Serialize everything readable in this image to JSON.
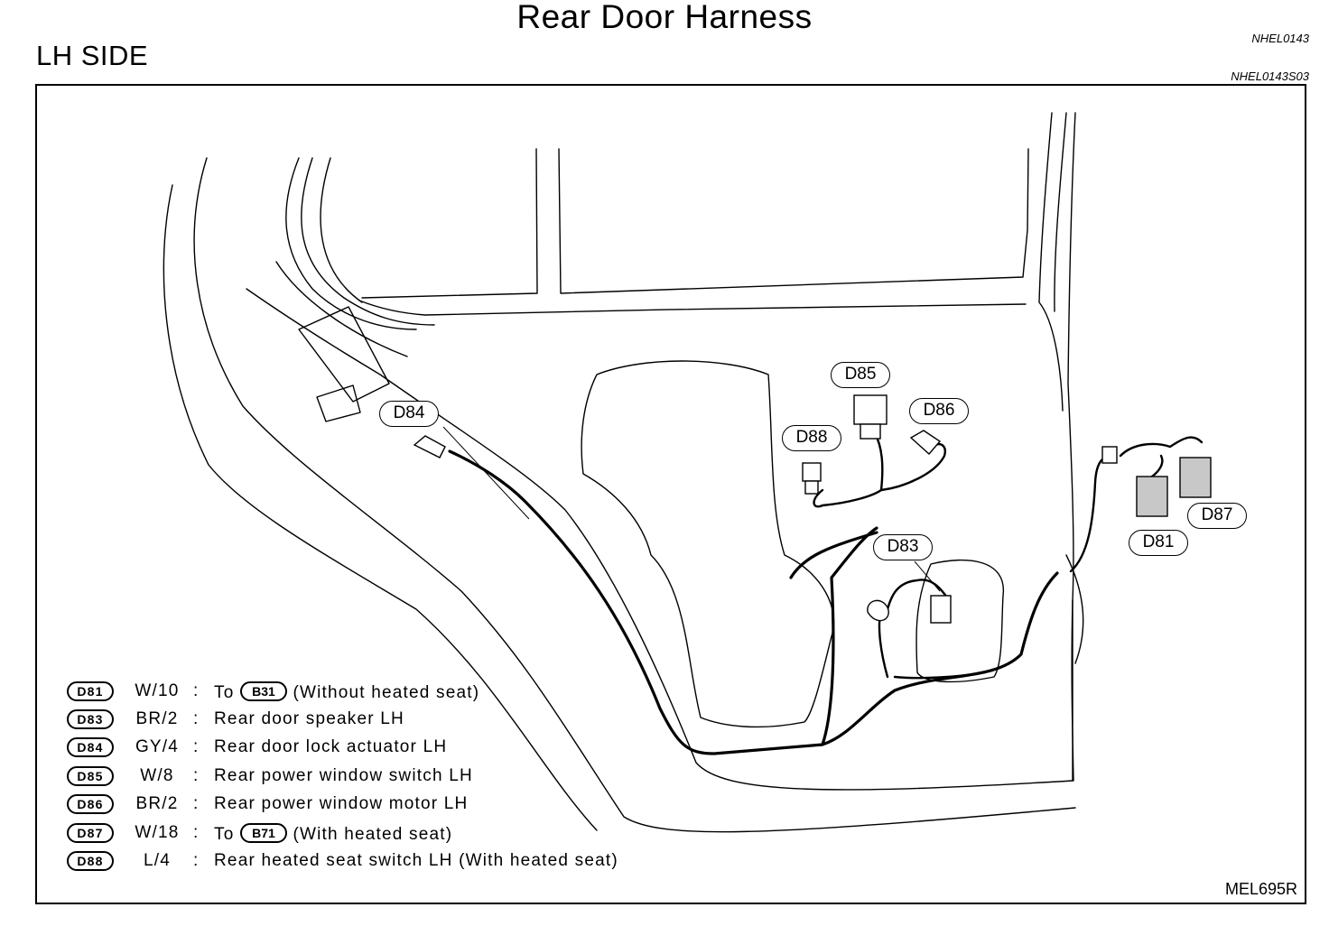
{
  "title": "Rear Door Harness",
  "side_label": "LH SIDE",
  "ref_codes": [
    "NHEL0143",
    "NHEL0143S03"
  ],
  "figure_id": "MEL695R",
  "connector_labels": [
    "D84",
    "D85",
    "D86",
    "D88",
    "D83",
    "D81",
    "D87"
  ],
  "legend": [
    {
      "id": "D81",
      "spec": "W/10",
      "desc_prefix": "To",
      "ref": "B31",
      "desc": "(Without heated seat)"
    },
    {
      "id": "D83",
      "spec": "BR/2",
      "desc": "Rear door speaker LH"
    },
    {
      "id": "D84",
      "spec": "GY/4",
      "desc": "Rear door lock actuator LH"
    },
    {
      "id": "D85",
      "spec": "W/8",
      "desc": "Rear power window switch LH"
    },
    {
      "id": "D86",
      "spec": "BR/2",
      "desc": "Rear power window motor LH"
    },
    {
      "id": "D87",
      "spec": "W/18",
      "desc_prefix": "To",
      "ref": "B71",
      "desc": "(With heated seat)"
    },
    {
      "id": "D88",
      "spec": "L/4",
      "desc": "Rear heated seat switch LH (With heated seat)"
    }
  ]
}
